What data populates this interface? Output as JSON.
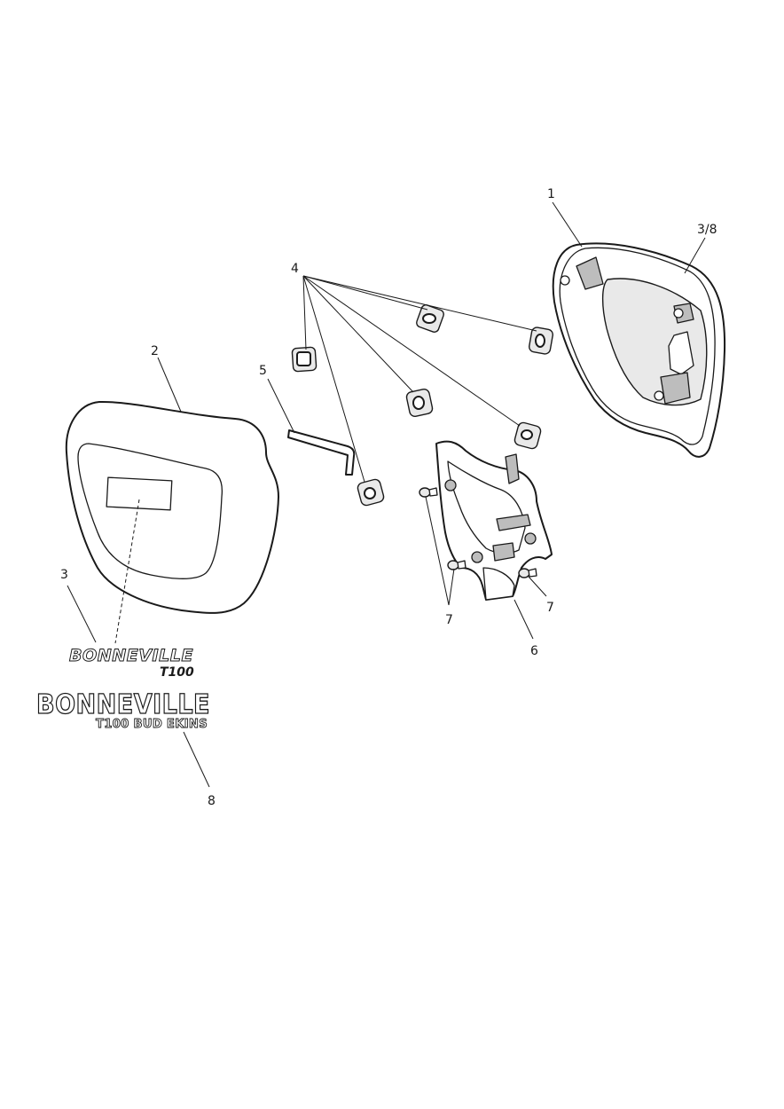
{
  "callouts": {
    "c1": "1",
    "c38": "3/8",
    "c2": "2",
    "c3": "3",
    "c4": "4",
    "c5": "5",
    "c6": "6",
    "c7a": "7",
    "c7b": "7",
    "c8": "8"
  },
  "decal_t100": {
    "brand": "BONNEVILLE",
    "model": "T100"
  },
  "decal_bud_ekins": {
    "brand": "BONNEVILLE",
    "model": "T100 BUD EKINS"
  }
}
